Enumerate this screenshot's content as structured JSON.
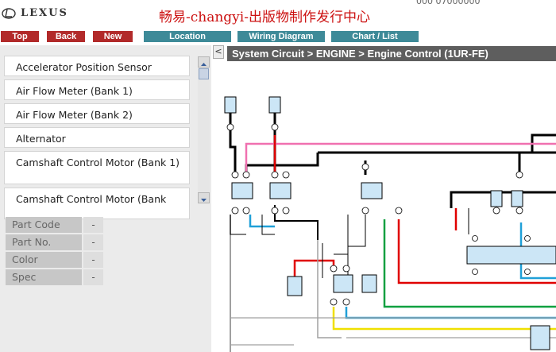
{
  "header": {
    "brand": "LEXUS",
    "watermark": "畅易-changyi-出版物制作发行中心",
    "partnum": "000 07000000"
  },
  "nav": {
    "top": "Top",
    "back": "Back",
    "new": "New",
    "location": "Location",
    "wiring": "Wiring Diagram",
    "chart": "Chart / List"
  },
  "components": [
    "Accelerator Position Sensor",
    "Air Flow Meter (Bank 1)",
    "Air Flow Meter (Bank 2)",
    "Alternator",
    "Camshaft Control Motor (Bank 1)",
    "Camshaft Control Motor (Bank"
  ],
  "properties": [
    {
      "label": "Part Code",
      "value": "-"
    },
    {
      "label": "Part No.",
      "value": "-"
    },
    {
      "label": "Color",
      "value": "-"
    },
    {
      "label": "Spec",
      "value": "-"
    }
  ],
  "collapse_glyph": "<",
  "breadcrumb": "System Circuit > ENGINE > Engine Control (1UR-FE)",
  "colors": {
    "red_button": "#b22a2a",
    "teal_button": "#3e8a98",
    "path_bar": "#5e5e5e",
    "wire_red": "#e00000",
    "wire_pink": "#f070b0",
    "wire_blue": "#20a0d8",
    "wire_green": "#10a040",
    "wire_yellow": "#f0e000",
    "wire_black": "#000000",
    "wire_gray": "#a0a0a0",
    "relay_fill": "#cce6f6"
  },
  "icons": {
    "logo": "lexus-emblem",
    "scroll_up": "triangle-up-icon",
    "scroll_down": "triangle-down-icon"
  }
}
